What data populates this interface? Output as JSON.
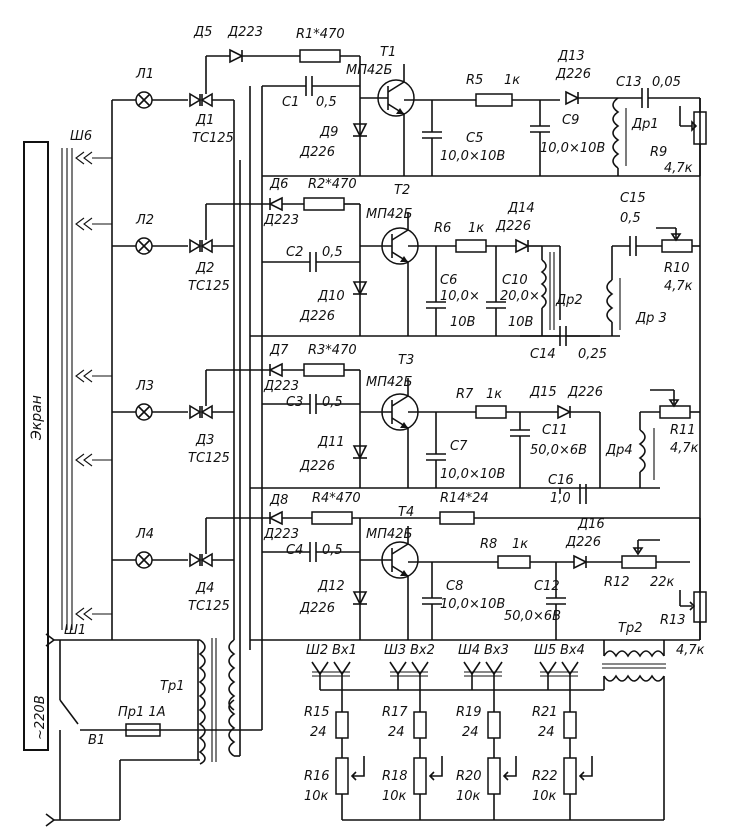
{
  "components": {
    "L1": "Л1",
    "L2": "Л2",
    "L3": "Л3",
    "L4": "Л4",
    "D5": "Д5",
    "D5_type": "Д223",
    "R1": "R1*470",
    "T1": "Т1",
    "T1_type": "МП42Б",
    "C1": "С1",
    "C1_val": "0,5",
    "D1": "Д1",
    "D1_type": "ТС125",
    "D9": "Д9",
    "D9_type": "Д226",
    "R5": "R5",
    "R5_val": "1к",
    "D13": "Д13",
    "D13_type": "Д226",
    "C13": "С13",
    "C13_val": "0,05",
    "C5": "С5",
    "C5_val": "10,0×10В",
    "C9": "С9",
    "C9_val": "10,0×10В",
    "Dr1": "Др1",
    "R9": "R9",
    "R9_val": "4,7к",
    "D6": "Д6",
    "D6_type": "Д223",
    "R2": "R2*470",
    "T2": "Т2",
    "T2_type": "МП42Б",
    "R6": "R6",
    "R6_val": "1к",
    "D14": "Д14",
    "D14_type": "Д226",
    "C15": "С15",
    "C15_val": "0,5",
    "C2": "С2",
    "C2_val": "0,5",
    "L2_label": "Л2",
    "D2": "Д2",
    "D2_type": "ТС125",
    "C6": "С6",
    "C6_val1": "10,0×",
    "C6_val2": "10В",
    "C10": "С10",
    "C10_val1": "20,0×",
    "C10_val2": "10В",
    "Dr2": "Др2",
    "R10": "R10",
    "R10_val": "4,7к",
    "D10": "Д10",
    "D10_type": "Д226",
    "Dr3": "Др 3",
    "C14": "С14",
    "C14_val": "0,25",
    "D7": "Д7",
    "D7_type": "Д223",
    "R3": "R3*470",
    "T3": "Т3",
    "T3_type": "МП42Б",
    "C3": "С3",
    "C3_val": "0,5",
    "R7": "R7",
    "R7_val": "1к",
    "D15": "Д15",
    "D15_type": "Д226",
    "D3": "Д3",
    "D3_type": "ТС125",
    "D11": "Д11",
    "D11_type": "Д226",
    "C7": "С7",
    "C7_val": "10,0×10В",
    "C11": "С11",
    "C11_val": "50,0×6В",
    "Dr4": "Др4",
    "R11": "R11",
    "R11_val": "4,7к",
    "C16": "С16",
    "C16_val": "1,0",
    "D8": "Д8",
    "D8_type": "Д223",
    "R4": "R4*470",
    "R14": "R14*24",
    "T4": "Т4",
    "T4_type": "МП42Б",
    "C4": "С4",
    "C4_val": "0,5",
    "R8": "R8",
    "R8_val": "1к",
    "D16": "Д16",
    "D16_type": "Д226",
    "D4": "Д4",
    "D4_type": "ТС125",
    "D12": "Д12",
    "D12_type": "Д226",
    "C8": "С8",
    "C8_val": "10,0×10В",
    "C12": "С12",
    "C12_val": "50,0×6В",
    "R12": "R12",
    "R12_val": "22к",
    "R13": "R13",
    "R13_val": "4,7к",
    "Tr1": "Тр1",
    "Tr2": "Тр2",
    "Pr1": "Пр1 1А",
    "B1": "В1",
    "mains": "~220В",
    "Sh1": "Ш1",
    "Sh6": "Ш6",
    "screen": "Экран",
    "Sh2": "Ш2",
    "Vx1": "Вх1",
    "Sh3": "Ш3",
    "Vx2": "Вх2",
    "Sh4": "Ш4",
    "Vx3": "Вх3",
    "Sh5": "Ш5",
    "Vx4": "Вх4",
    "R15": "R15",
    "R15_val": "24",
    "R17": "R17",
    "R17_val": "24",
    "R19": "R19",
    "R19_val": "24",
    "R21": "R21",
    "R21_val": "24",
    "R16": "R16",
    "R16_val": "10к",
    "R18": "R18",
    "R18_val": "10к",
    "R20": "R20",
    "R20_val": "10к",
    "R22": "R22",
    "R22_val": "10к"
  }
}
